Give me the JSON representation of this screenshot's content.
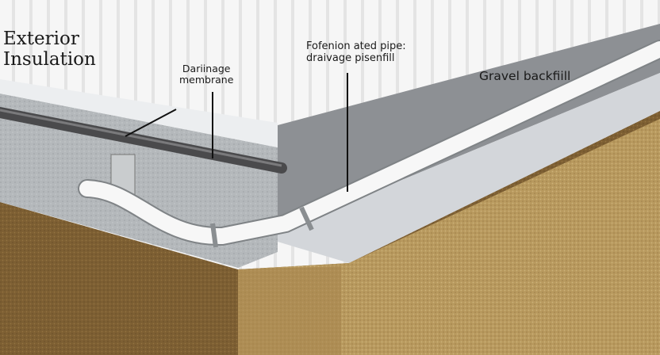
{
  "labels": {
    "exterior_insulation": [
      "Exterior",
      "Insulation"
    ],
    "drainage_membrane": [
      "Dariinage",
      "membrane"
    ],
    "perforated_pipe": [
      "Fofenion ated pipe:",
      "draivage pisenfill"
    ],
    "gravel_backfill": "Gravel backfiill"
  },
  "colors": {
    "siding": "#f4f4f4",
    "concrete": "#b4b8bb",
    "membrane": "#8d9094",
    "flashing": "#d3d6da",
    "soil": "#7d5f33",
    "gravel": "#b8995e",
    "pipe": "#f7f7f7",
    "dark_pipe": "#4a4a4c"
  }
}
